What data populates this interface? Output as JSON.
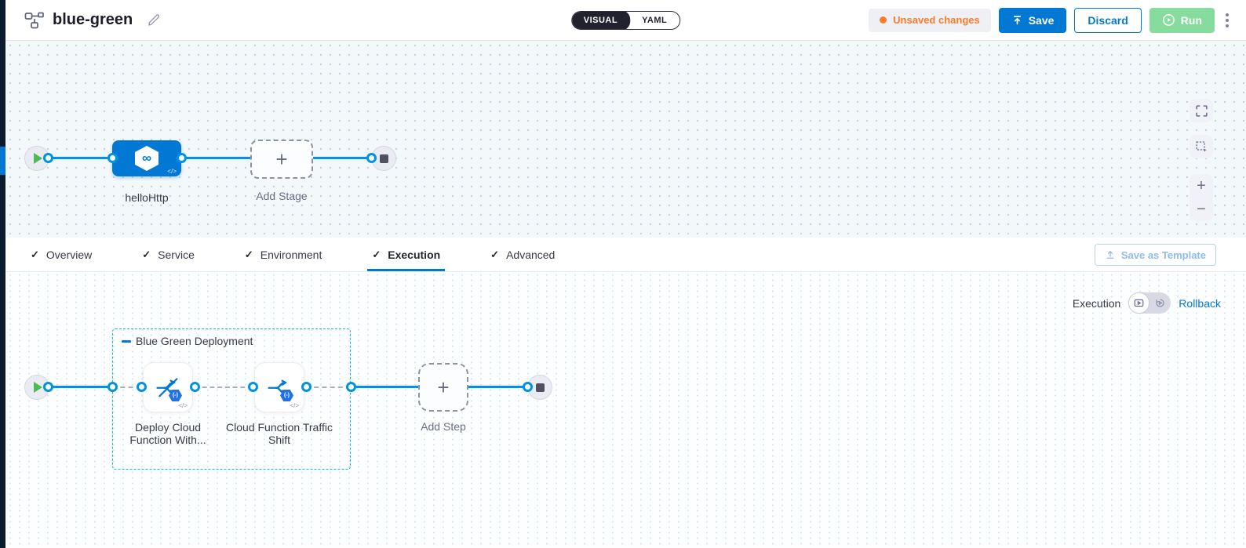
{
  "header": {
    "title": "blue-green",
    "mode_toggle": {
      "visual": "VISUAL",
      "yaml": "YAML"
    },
    "unsaved_label": "Unsaved changes",
    "save_label": "Save",
    "discard_label": "Discard",
    "run_label": "Run"
  },
  "stage_canvas": {
    "stage_name": "helloHttp",
    "add_stage_label": "Add Stage"
  },
  "tabs": {
    "items": [
      {
        "label": "Overview",
        "complete": true
      },
      {
        "label": "Service",
        "complete": true
      },
      {
        "label": "Environment",
        "complete": true
      },
      {
        "label": "Execution",
        "complete": true,
        "active": true
      },
      {
        "label": "Advanced",
        "complete": true
      }
    ],
    "save_as_template_label": "Save as Template"
  },
  "execution_canvas": {
    "mode_label": "Execution",
    "rollback_label": "Rollback",
    "group_label": "Blue Green Deployment",
    "steps": [
      {
        "label": "Deploy Cloud Function With..."
      },
      {
        "label": "Cloud Function Traffic Shift"
      }
    ],
    "add_step_label": "Add Step"
  },
  "icons": {
    "check": "✓",
    "plus": "+",
    "infinity": "∞",
    "code": "</>",
    "gcf_badge": "(-)",
    "zoom_in": "+",
    "zoom_out": "−"
  },
  "colors": {
    "accent_blue": "#0278d5",
    "line_blue": "#0092e4",
    "group_border_cyan": "#1ab2e8",
    "unsaved_orange": "#ff7b26",
    "run_green_disabled": "#86dc9c",
    "play_green": "#4dba53",
    "toggle_dark": "#22222f",
    "canvas_tint": "#f3f8fa"
  }
}
